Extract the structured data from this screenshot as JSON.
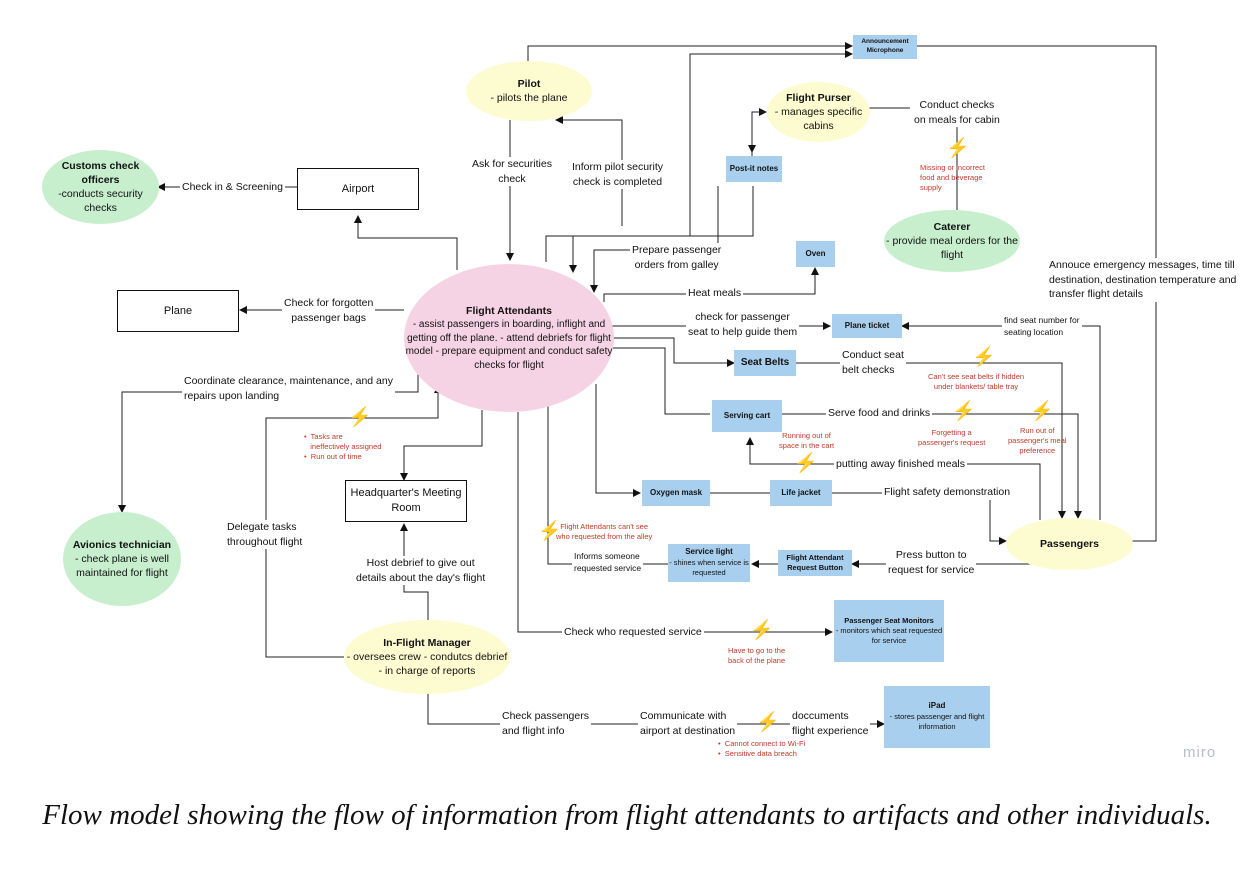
{
  "nodes": {
    "pilot": {
      "title": "Pilot",
      "desc": "- pilots the plane"
    },
    "purser": {
      "title": "Flight Purser",
      "desc": "- manages specific cabins"
    },
    "caterer": {
      "title": "Caterer",
      "desc": "- provide meal orders for the flight"
    },
    "customs": {
      "title": "Customs check officers",
      "desc": "-conducts security checks"
    },
    "attendants": {
      "title": "Flight Attendants",
      "desc": "- assist passengers in boarding, inflight and getting off the plane. - attend debriefs for flight model - prepare equipment and conduct safety checks for flight"
    },
    "avionics": {
      "title": "Avionics technician",
      "desc": "- check plane is well maintained for flight"
    },
    "manager": {
      "title": "In-Flight Manager",
      "desc": "- oversees crew - condutcs debrief - in charge of reports"
    },
    "passengers": {
      "title": "Passengers"
    },
    "airport": "Airport",
    "plane": "Plane",
    "hq": "Headquarter's Meeting Room"
  },
  "artifacts": {
    "microphone": "Announcement Microphone",
    "postit": "Post-it notes",
    "oven": "Oven",
    "ticket": "Plane ticket",
    "seatbelts": "Seat Belts",
    "cart": "Serving cart",
    "oxygen": "Oxygen mask",
    "lifejacket": "Life jacket",
    "requestbutton": "Flight Attendant Request Button",
    "servicelight": {
      "title": "Service light",
      "desc": "- shines when service is requested"
    },
    "monitors": {
      "title": "Passenger Seat Monitors",
      "desc": "- monitors which seat requested for service"
    },
    "ipad": {
      "title": "iPad",
      "desc": "- stores passenger and flight information"
    }
  },
  "labels": [
    "Check in & Screening",
    "Ask for securities\ncheck",
    "Inform pilot security\ncheck is completed",
    "Prepare passenger\norders from galley",
    "Conduct checks\non meals for cabin",
    "Annouce emergency messages, time till\ndestination, destination temperature and\ntransfer flight details",
    "Check for forgotten\npassenger bags",
    "Heat meals",
    "check for passenger\nseat to help guide them",
    "find seat number for\nseating location",
    "Conduct seat\nbelt checks",
    "Coordinate clearance, maintenance, and any\nrepairs upon landing",
    "Serve food and drinks",
    "putting away finished meals",
    "Flight safety demonstration",
    "Delegate tasks\nthroughout flight",
    "Informs someone\nrequested service",
    "Press button to\nrequest for service",
    "Host debrief to give out\ndetails about the day's flight",
    "Check who requested service",
    "Check passengers\nand flight info",
    "Communicate with\nairport at destination",
    "doccuments\nflight experience"
  ],
  "breakdowns": [
    "Missing or incorrect\nfood and beverage\nsupply",
    "Can't see seat belts if hidden\nunder blankets/ table tray",
    "•  Tasks are\n   ineffectively assigned\n•  Run out of time",
    "Forgetting a\npassenger's request",
    "Run out of\npassenger's meal\npreference",
    "Running out of\nspace in the cart",
    "Flight Attendants can't see\nwho requested from the alley",
    "Have to go to the\nback of the plane",
    "•  Cannot connect to Wi-Fi\n•  Sensitive data breach"
  ],
  "watermark": "miro",
  "caption": "Flow model showing the flow of information from flight attendants to artifacts and other individuals."
}
